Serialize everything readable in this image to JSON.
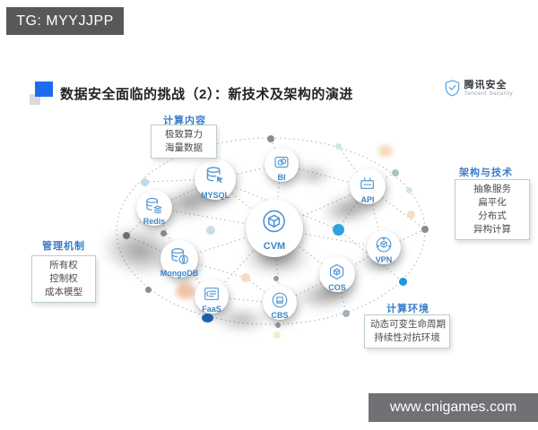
{
  "banners": {
    "top": "TG: MYYJJPP",
    "bottom": "www.cnigames.com"
  },
  "header": {
    "title": "数据安全面临的挑战（2）：新技术及架构的演进"
  },
  "logo": {
    "title": "腾讯安全",
    "subtitle": "Tencent Security"
  },
  "callouts": {
    "compute_content": {
      "title": "计算内容",
      "items": [
        "极致算力",
        "海量数据"
      ]
    },
    "architecture": {
      "title": "架构与技术",
      "items": [
        "抽象服务",
        "扁平化",
        "分布式",
        "异构计算"
      ]
    },
    "management": {
      "title": "管理机制",
      "items": [
        "所有权",
        "控制权",
        "成本模型"
      ]
    },
    "environment": {
      "title": "计算环境",
      "items": [
        "动态可变生命周期",
        "持续性对抗环境"
      ]
    }
  },
  "diagram": {
    "nodes": {
      "mysql": {
        "label": "MYSQL"
      },
      "redis": {
        "label": "Redis"
      },
      "mongodb": {
        "label": "MongoDB"
      },
      "faas": {
        "label": "FaaS"
      },
      "cbs": {
        "label": "CBS"
      },
      "cos": {
        "label": "COS"
      },
      "vpn": {
        "label": "VPN"
      },
      "api": {
        "label": "API"
      },
      "bi": {
        "label": "BI"
      },
      "cvm": {
        "label": "CVM"
      }
    }
  },
  "colors": {
    "accent_blue": "#1a6df0",
    "callout_blue": "#3d7cc9",
    "node_label_blue": "#3c85c6",
    "icon_blue": "#5b9bd5",
    "logo_blue": "#57a7e6",
    "banner_top_bg": "#58585a",
    "banner_bottom_bg": "#707174"
  }
}
